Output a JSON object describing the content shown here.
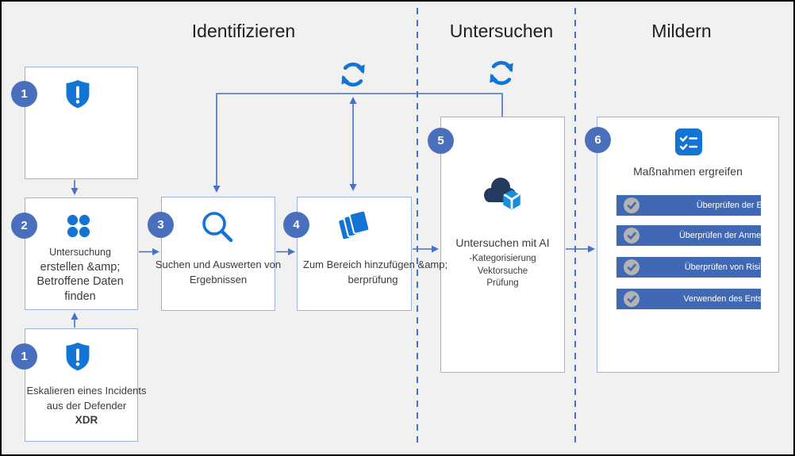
{
  "phases": {
    "identify": "Identifizieren",
    "investigate": "Untersuchen",
    "mitigate": "Mildern"
  },
  "steps": {
    "incident_top": {
      "badge": "1"
    },
    "create_investigation": {
      "badge": "2",
      "line1": "Untersuchung",
      "line2": "erstellen &amp;",
      "line3": "Betroffene Daten",
      "line4": "finden"
    },
    "search": {
      "badge": "3",
      "line1": "Suchen und Auswerten von",
      "line2": "Ergebnissen"
    },
    "add_scope": {
      "badge": "4",
      "line1": "Zum Bereich hinzufügen &amp;",
      "line2": "berprüfung"
    },
    "investigate_ai": {
      "badge": "5",
      "title": "Untersuchen mit AI",
      "sub1": "-Kategorisierung",
      "sub2": "Vektorsuche",
      "sub3": "Prüfung"
    },
    "take_action": {
      "badge": "6",
      "title": "Maßnahmen ergreifen",
      "actions": [
        "Überprüfen der Entschärfung",
        "Überprüfen der Anmeldeinformationen",
        "Überprüfen von Risikobewertungen",
        "Verwenden des Entschärfungsplans"
      ]
    },
    "escalate": {
      "badge": "1",
      "line1": "Eskalieren eines Incidents",
      "line2": "aus der Defender",
      "line3": "XDR"
    }
  },
  "colors": {
    "accent_icon_blue": "#1374d4",
    "badge_blue": "#4a6fbd",
    "action_bar_blue": "#4068b4",
    "connector_blue": "#4472c4",
    "box_border_blue": "#9ab2de",
    "cloud_dark_navy": "#243a5e",
    "cube_blue": "#1490df",
    "check_circle_gray": "#b3b3b3"
  }
}
